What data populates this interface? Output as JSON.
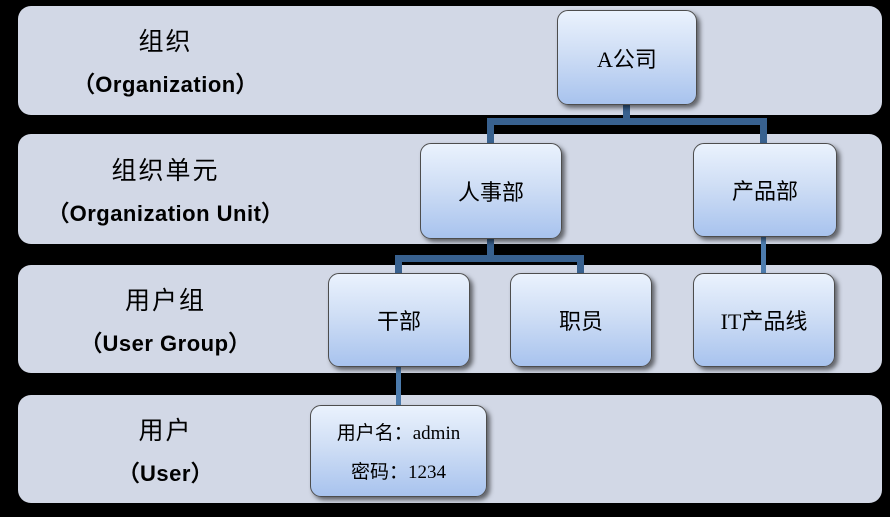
{
  "diagram": {
    "title": "organization-hierarchy-diagram",
    "rows": [
      {
        "id": "organization",
        "label_zh": "组织",
        "label_en": "（Organization）"
      },
      {
        "id": "organization-unit",
        "label_zh": "组织单元",
        "label_en": "（Organization Unit）"
      },
      {
        "id": "user-group",
        "label_zh": "用户组",
        "label_en": "（User Group）"
      },
      {
        "id": "user",
        "label_zh": "用户",
        "label_en": "（User）"
      }
    ],
    "nodes": {
      "company": {
        "label": "A公司",
        "level": "organization"
      },
      "hr_dept": {
        "label": "人事部",
        "level": "organization-unit"
      },
      "product_dept": {
        "label": "产品部",
        "level": "organization-unit"
      },
      "cadre": {
        "label": "干部",
        "level": "user-group"
      },
      "staff": {
        "label": "职员",
        "level": "user-group"
      },
      "it_product_line": {
        "label": "IT产品线",
        "level": "user-group"
      },
      "user_account": {
        "line1": "用户名：admin",
        "line2": "密码：1234",
        "level": "user"
      }
    },
    "edges": [
      "A公司→人事部",
      "A公司→产品部",
      "人事部→干部",
      "人事部→职员",
      "产品部→IT产品线",
      "干部→用户(admin)"
    ],
    "colors": {
      "background": "#000000",
      "row_band": "#d2d8e6",
      "node_gradient_top": "#eaf2fd",
      "node_gradient_bottom": "#a8c3ee",
      "node_border": "#4d4d4d",
      "connector_elbow": "#38618f",
      "connector_straight": "#4c7bad",
      "text": "#000000"
    }
  }
}
